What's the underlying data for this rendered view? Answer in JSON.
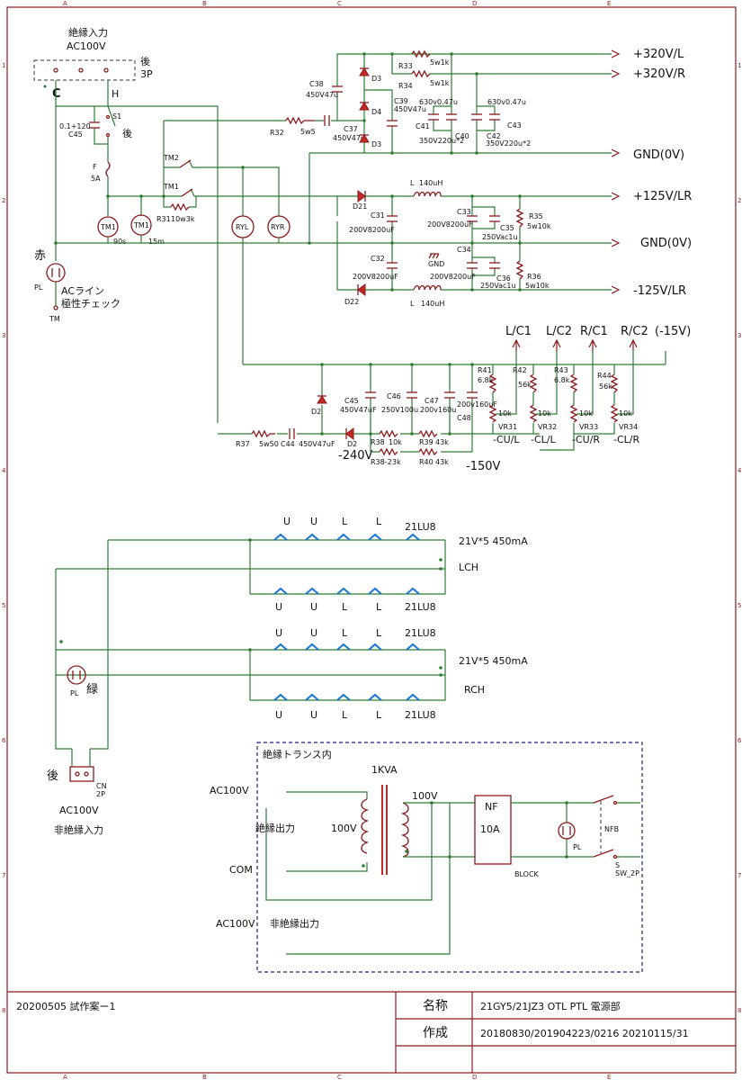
{
  "frame": {
    "cols": [
      "A",
      "B",
      "C",
      "D",
      "E"
    ],
    "rows": [
      "1",
      "2",
      "3",
      "4",
      "5",
      "6",
      "7",
      "8"
    ]
  },
  "title_block": {
    "label_name": "名称",
    "label_made": "作成",
    "drawing_id": "20200505 試作案ー1",
    "name": "21GY5/21JZ3 OTL PTL 電源部",
    "dates": "20180830/201904223/0216 20210115/31"
  },
  "input": {
    "isolated_title": "絶縁入力",
    "isolated_voltage": "AC100V",
    "rear": "後",
    "pins": "3P",
    "c": "C",
    "h": "H",
    "s1": "S1",
    "rear2": "後",
    "c45": "C45",
    "c45v": "0.1+120",
    "f": "F",
    "f_val": "5A",
    "red": "赤",
    "pl": "PL",
    "acline": "ACライン",
    "polarity": "極性チェック",
    "tm": "TM"
  },
  "timers": {
    "tm2": "TM2",
    "tm1": "TM1",
    "r31": "R31",
    "r31v": "10w3k",
    "tm1_coil_a": "TM1",
    "tm1_coil_a_t": "90s",
    "tm1_coil_b": "TM1",
    "tm1_coil_b_t": "15m",
    "ryl": "RYL",
    "ryr": "RYR"
  },
  "hv": {
    "r32": "R32",
    "r32v": "5w5",
    "c37": "C37",
    "c37v": "450V47u",
    "c38": "C38",
    "c38v": "450V47u",
    "d3a": "D3",
    "d4": "D4",
    "d3b": "D3",
    "c39": "C39",
    "c39v": "450V47u",
    "r33": "R33",
    "r33v": "5w1k",
    "r34": "R34",
    "r34v": "5w1k",
    "c41": "C41",
    "c41v": "630v0.47u",
    "c40": "C40",
    "c40v": "350V220u*2",
    "c42": "C42",
    "c42v": "350V220u*2",
    "c43": "C43",
    "c43v": "630v0.47u",
    "out1": "+320V/L",
    "out2": "+320V/R",
    "out3": "GND(0V)"
  },
  "lv": {
    "d21": "D21",
    "d22": "D22",
    "l1": "L",
    "l1v": "140uH",
    "l2": "L",
    "l2v": "140uH",
    "c31": "C31",
    "c31v": "200V8200uF",
    "c32": "C32",
    "c32v": "200V8200uF",
    "c33": "C33",
    "c33v": "200V8200uF",
    "c34": "C34",
    "c34v": "200V8200uF",
    "c35": "C35",
    "c35v": "250Vac1u",
    "c36": "C36",
    "c36v": "250Vac1u",
    "r35": "R35",
    "r35v": "5w10k",
    "r36": "R36",
    "r36v": "5w10k",
    "gnd": "GND",
    "out1": "+125V/LR",
    "out2": "GND(0V)",
    "out3": "-125V/LR"
  },
  "neg": {
    "r37": "R37",
    "r37v": "5w50",
    "c44": "C44",
    "c44v": "450V47uF",
    "d2a": "D2",
    "d2b": "D2",
    "c45": "C45",
    "c45v": "450V47uF",
    "c46": "C46",
    "c46v": "250V100u",
    "c47": "C47",
    "c47v": "200v160u",
    "c48": "C48",
    "c48v": "200v160uF",
    "r38": "R38",
    "r38v": "10k",
    "r382": "R38-2",
    "r382v": "3k",
    "r39": "R39",
    "r39v": "43k",
    "r40": "R40",
    "r40v": "43k",
    "r41": "R41",
    "r41v": "6.8k",
    "r42": "R42",
    "r42v": "56k",
    "r43": "R43",
    "r43v": "6.8k",
    "r44": "R44",
    "r44v": "56k",
    "vr31": "VR31",
    "vr32": "VR32",
    "vr33": "VR33",
    "vr34": "VR34",
    "vrv": "10k",
    "m240": "-240V",
    "m150": "-150V",
    "lc1": "L/C1",
    "lc2": "L/C2",
    "rc1": "R/C1",
    "rc2": "R/C2",
    "m15": "(-15V)",
    "cul": "-CU/L",
    "cll": "-CL/L",
    "cur": "-CU/R",
    "clr": "-CL/R"
  },
  "heaters": {
    "u": "U",
    "l": "L",
    "tube": "21LU8",
    "rating": "21V*5 450mA",
    "lch": "LCH",
    "rch": "RCH",
    "pl": "PL",
    "green": "緑",
    "rear": "後",
    "cn": "CN",
    "cn2p": "2P",
    "ni_v": "AC100V",
    "ni_in": "非絶縁入力"
  },
  "transformer": {
    "inside": "絶縁トランス内",
    "kva": "1KVA",
    "ac100": "AC100V",
    "iso_out": "絶縁出力",
    "v100a": "100V",
    "v100b": "100V",
    "com": "COM",
    "ac100b": "AC100V",
    "niso_out": "非絶縁出力",
    "nf": "NF",
    "nf10": "10A",
    "block": "BLOCK",
    "pl": "PL",
    "nfb": "NFB",
    "s": "S",
    "sw": "SW_2P"
  }
}
